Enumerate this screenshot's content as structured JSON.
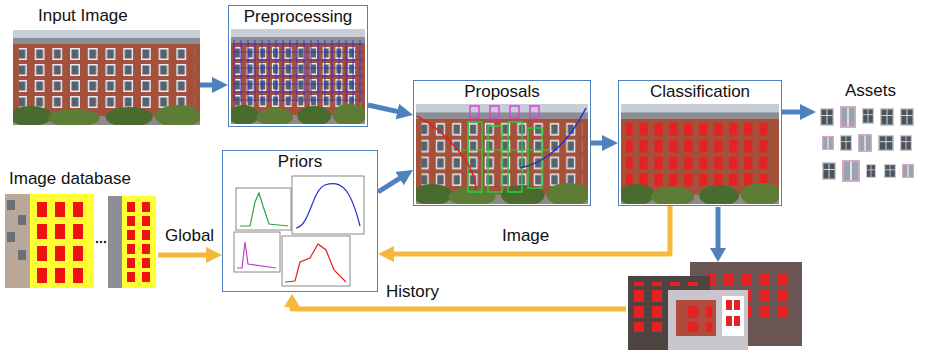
{
  "diagram": {
    "nodes": [
      {
        "text": [
          "Input Image"
        ]
      },
      {
        "text": [
          "Preprocessing"
        ]
      },
      {
        "text": [
          "Proposals"
        ]
      },
      {
        "text": [
          "Classification"
        ]
      },
      {
        "text": [
          "Assets"
        ]
      },
      {
        "text": [
          "Image database"
        ]
      },
      {
        "text": [
          "Priors"
        ]
      }
    ],
    "edges": [
      {
        "from": 0,
        "to": 1,
        "arrow": "to"
      },
      {
        "from": 1,
        "to": 2,
        "arrow": "to"
      },
      {
        "from": 6,
        "to": 2,
        "arrow": "to"
      },
      {
        "from": 2,
        "to": 3,
        "arrow": "to"
      },
      {
        "from": 3,
        "to": 4,
        "arrow": "to"
      },
      {
        "from": 5,
        "to": 6,
        "label": "Global",
        "arrow": "to"
      },
      {
        "from": 3,
        "to": 6,
        "label": "Image",
        "arrow": "to"
      }
    ],
    "labels": [
      "History"
    ]
  }
}
